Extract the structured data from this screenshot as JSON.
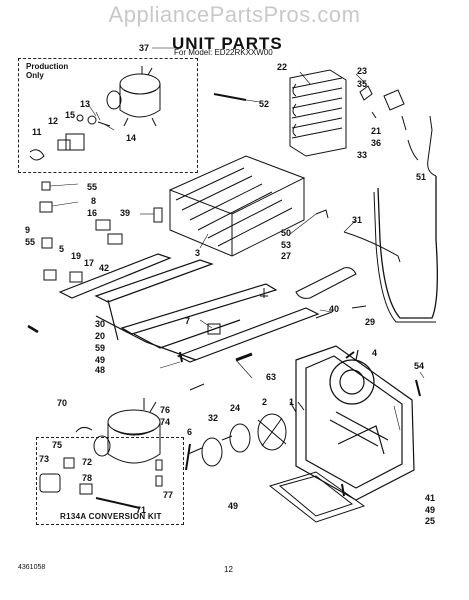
{
  "watermark": "AppliancePartsPros.com",
  "title": "UNIT PARTS",
  "subtitle": "For Model: ED22RKXXW00",
  "production_label": "Production Only",
  "kit_label": "R134A CONVERSION KIT",
  "footer_code": "4361058",
  "page_number": "12",
  "callouts": [
    "37",
    "22",
    "23",
    "35",
    "52",
    "13",
    "12",
    "15",
    "14",
    "11",
    "21",
    "36",
    "33",
    "55",
    "8",
    "16",
    "9",
    "55",
    "5",
    "19",
    "17",
    "42",
    "39",
    "3",
    "51",
    "50",
    "53",
    "27",
    "31",
    "30",
    "20",
    "59",
    "49",
    "48",
    "7",
    "40",
    "63",
    "29",
    "1",
    "4",
    "54",
    "70",
    "76",
    "74",
    "75",
    "73",
    "72",
    "78",
    "71",
    "77",
    "32",
    "24",
    "2",
    "6",
    "49",
    "41",
    "49",
    "25"
  ]
}
